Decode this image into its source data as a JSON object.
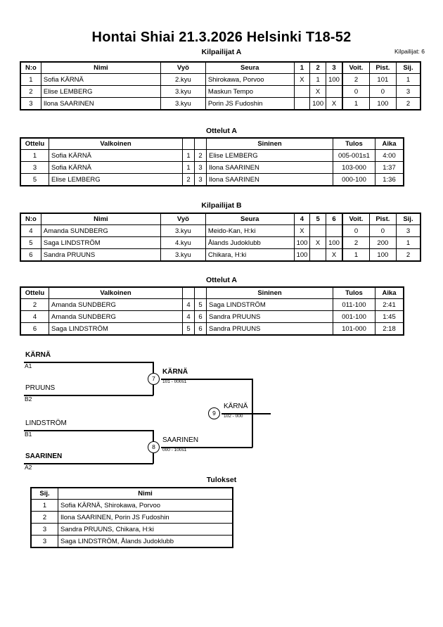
{
  "header": {
    "title": "Hontai Shiai  21.3.2026  Helsinki   T18-52",
    "entrants_label": "Kilpailijat: 6"
  },
  "pools": [
    {
      "heading": "Kilpailijat A",
      "columns": [
        "N:o",
        "Nimi",
        "Vyö",
        "Seura",
        "1",
        "2",
        "3",
        "Voit.",
        "Pist.",
        "Sij."
      ],
      "rows": [
        {
          "no": "1",
          "name": "Sofia KÄRNÄ",
          "belt": "2.kyu",
          "club": "Shirokawa, Porvoo",
          "grid": [
            "X",
            "1",
            "100"
          ],
          "wins": "2",
          "points": "101",
          "rank": "1"
        },
        {
          "no": "2",
          "name": "Elise LEMBERG",
          "belt": "3.kyu",
          "club": "Maskun Tempo",
          "grid": [
            "",
            "X",
            ""
          ],
          "wins": "0",
          "points": "0",
          "rank": "3"
        },
        {
          "no": "3",
          "name": "Ilona SAARINEN",
          "belt": "3.kyu",
          "club": "Porin JS Fudoshin",
          "grid": [
            "",
            "100",
            "X"
          ],
          "wins": "1",
          "points": "100",
          "rank": "2"
        }
      ]
    },
    {
      "heading": "Kilpailijat B",
      "columns": [
        "N:o",
        "Nimi",
        "Vyö",
        "Seura",
        "4",
        "5",
        "6",
        "Voit.",
        "Pist.",
        "Sij."
      ],
      "rows": [
        {
          "no": "4",
          "name": "Amanda SUNDBERG",
          "belt": "3.kyu",
          "club": "Meido-Kan, H:ki",
          "grid": [
            "X",
            "",
            ""
          ],
          "wins": "0",
          "points": "0",
          "rank": "3"
        },
        {
          "no": "5",
          "name": "Saga LINDSTRÖM",
          "belt": "4.kyu",
          "club": "Ålands Judoklubb",
          "grid": [
            "100",
            "X",
            "100"
          ],
          "wins": "2",
          "points": "200",
          "rank": "1"
        },
        {
          "no": "6",
          "name": "Sandra PRUUNS",
          "belt": "3.kyu",
          "club": "Chikara, H:ki",
          "grid": [
            "100",
            "",
            "X"
          ],
          "wins": "1",
          "points": "100",
          "rank": "2"
        }
      ]
    }
  ],
  "matches": [
    {
      "heading": "Ottelut A",
      "columns": [
        "Ottelu",
        "Valkoinen",
        "",
        "",
        "Sininen",
        "Tulos",
        "Aika"
      ],
      "rows": [
        {
          "match": "1",
          "white": "Sofia KÄRNÄ",
          "white_win": true,
          "wno": "1",
          "bno": "2",
          "blue": "Elise LEMBERG",
          "blue_win": false,
          "result": "005-001s1",
          "time": "4:00"
        },
        {
          "match": "3",
          "white": "Sofia KÄRNÄ",
          "white_win": true,
          "wno": "1",
          "bno": "3",
          "blue": "Ilona SAARINEN",
          "blue_win": false,
          "result": "103-000",
          "time": "1:37"
        },
        {
          "match": "5",
          "white": "Elise LEMBERG",
          "white_win": false,
          "wno": "2",
          "bno": "3",
          "blue": "Ilona SAARINEN",
          "blue_win": true,
          "result": "000-100",
          "time": "1:36"
        }
      ]
    },
    {
      "heading": "Ottelut A",
      "columns": [
        "Ottelu",
        "Valkoinen",
        "",
        "",
        "Sininen",
        "Tulos",
        "Aika"
      ],
      "rows": [
        {
          "match": "2",
          "white": "Amanda SUNDBERG",
          "white_win": false,
          "wno": "4",
          "bno": "5",
          "blue": "Saga LINDSTRÖM",
          "blue_win": true,
          "result": "011-100",
          "time": "2:41"
        },
        {
          "match": "4",
          "white": "Amanda SUNDBERG",
          "white_win": false,
          "wno": "4",
          "bno": "6",
          "blue": "Sandra PRUUNS",
          "blue_win": true,
          "result": "001-100",
          "time": "1:45"
        },
        {
          "match": "6",
          "white": "Saga LINDSTRÖM",
          "white_win": true,
          "wno": "5",
          "bno": "6",
          "blue": "Sandra PRUUNS",
          "blue_win": false,
          "result": "101-000",
          "time": "2:18"
        }
      ]
    }
  ],
  "bracket": {
    "entries": [
      {
        "name": "KÄRNÄ",
        "seed": "A1",
        "winner": true
      },
      {
        "name": "PRUUNS",
        "seed": "B2",
        "winner": false
      },
      {
        "name": "LINDSTRÖM",
        "seed": "B1",
        "winner": false
      },
      {
        "name": "SAARINEN",
        "seed": "A2",
        "winner": true
      }
    ],
    "nodes": [
      {
        "number": "7",
        "name": "KÄRNÄ",
        "score": "101 - 000s1",
        "winner": true
      },
      {
        "number": "8",
        "name": "SAARINEN",
        "score": "000 - 100s1",
        "winner": false
      },
      {
        "number": "9",
        "name": "KÄRNÄ",
        "score": "102 - 000",
        "winner": false
      }
    ]
  },
  "results": {
    "heading": "Tulokset",
    "columns": [
      "Sij.",
      "Nimi"
    ],
    "rows": [
      {
        "rank": "1",
        "name": "Sofia KÄRNÄ, Shirokawa, Porvoo"
      },
      {
        "rank": "2",
        "name": "Ilona SAARINEN, Porin JS Fudoshin"
      },
      {
        "rank": "3",
        "name": "Sandra PRUUNS, Chikara, H:ki"
      },
      {
        "rank": "3",
        "name": "Saga LINDSTRÖM, Ålands Judoklubb"
      }
    ]
  }
}
